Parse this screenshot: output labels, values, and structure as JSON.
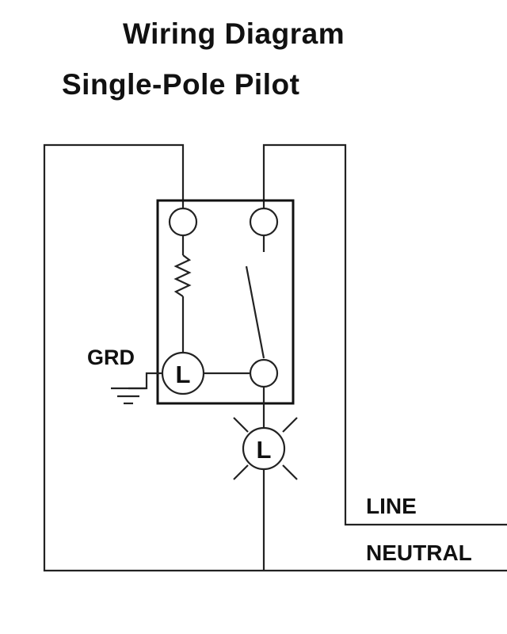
{
  "title": "Wiring Diagram",
  "subtitle": "Single-Pole Pilot",
  "labels": {
    "ground": "GRD",
    "pilot_lamp": "L",
    "load_lamp": "L",
    "line": "LINE",
    "neutral": "NEUTRAL"
  }
}
